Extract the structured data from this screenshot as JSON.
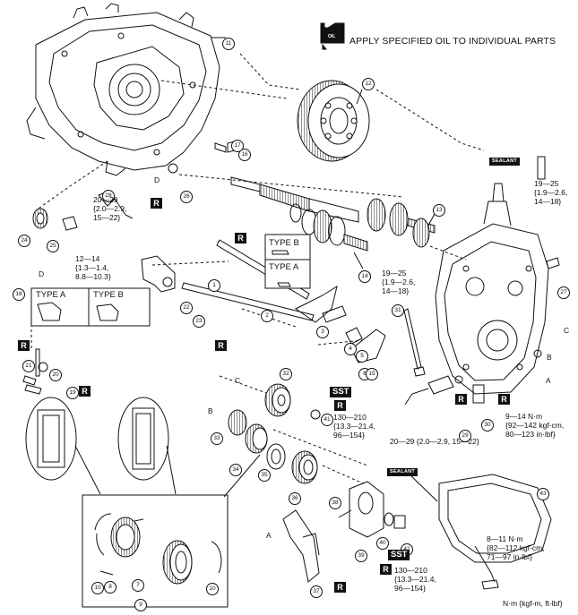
{
  "header": {
    "instruction": "APPLY SPECIFIED OIL TO INDIVIDUAL PARTS",
    "oil_can_label": "OIL"
  },
  "symbols": {
    "r_mark": "R",
    "sst_mark": "SST",
    "sealant_label": "SEALANT"
  },
  "variants": {
    "type_a": "TYPE A",
    "type_b": "TYPE B"
  },
  "reference_letters": {
    "a": "A",
    "b": "B",
    "c": "C",
    "d": "D"
  },
  "torque_specs": {
    "t28": "20—29\n{2.0—2.9,\n15—22}",
    "t22": "12—14\n{1.3—1.4,\n8.8—10.3}",
    "t_top_right": "19—25\n{1.9—2.6,\n14—18}",
    "t31": "19—25\n{1.9—2.6,\n14—18}",
    "t30": "9—14 N·m\n{92—142 kgf-cm,\n80—123 in·lbf}",
    "t29": "20—29 {2.0—2.9, 15—22}",
    "t41": "130—210\n{13.3—21.4,\n96—154}",
    "t42": "130—210\n{13.3—21.4,\n96—154}",
    "t43": "8—11 N·m\n{82—112 kgf-cm,\n71—97 in·lbf}"
  },
  "unit_note": "N·m {kgf-m, ft-lbf}",
  "part_numbers": [
    "1",
    "2",
    "3",
    "4",
    "5",
    "6",
    "7",
    "8",
    "9",
    "10",
    "10",
    "11",
    "12",
    "13",
    "14",
    "15",
    "16",
    "17",
    "18",
    "19",
    "20",
    "21",
    "22",
    "23",
    "24",
    "25",
    "26",
    "27",
    "28",
    "29",
    "30",
    "31",
    "32",
    "33",
    "34",
    "35",
    "36",
    "37",
    "38",
    "39",
    "40",
    "41",
    "42",
    "43"
  ]
}
